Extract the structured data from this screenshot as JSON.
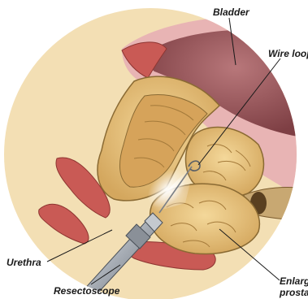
{
  "labels": {
    "bladder": "Bladder",
    "wire_loop": "Wire loop",
    "urethra": "Urethra",
    "resectoscope": "Resectoscope",
    "enlarged_line1": "Enlarg",
    "enlarged_line2": "prosta"
  },
  "colors": {
    "background_tissue": "#f3dfb4",
    "muscle": "#c95a55",
    "bladder_lumen": "#9c5a5c",
    "bladder_wall": "#e8b4b4",
    "prostate": "#e2bd78",
    "prostate_outline": "#8a6a33",
    "instrument": "#9aa0a8",
    "leader_line": "#1a1a1a"
  }
}
